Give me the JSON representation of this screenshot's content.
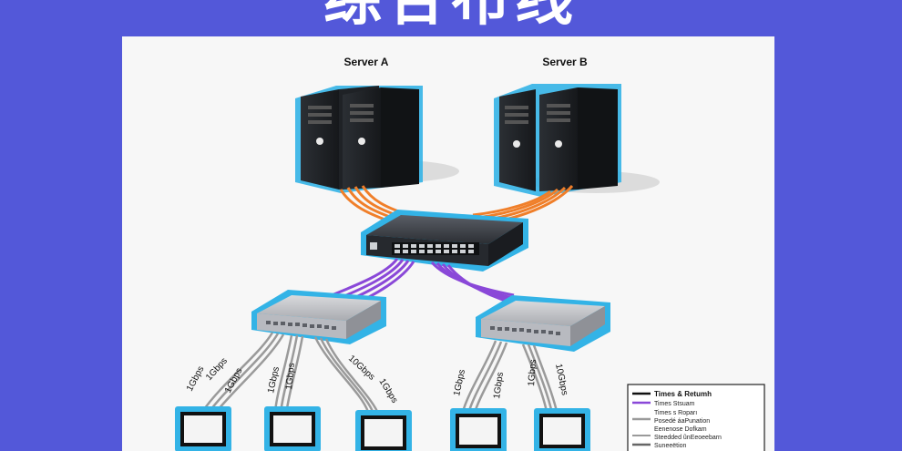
{
  "title": "综合布线",
  "servers": [
    {
      "label": "Server A"
    },
    {
      "label": "Server B"
    }
  ],
  "links": [
    {
      "label": "1Gbps"
    },
    {
      "label": "1Gbps"
    },
    {
      "label": "1Gbps"
    },
    {
      "label": "1Gbps"
    },
    {
      "label": "10Gbps"
    },
    {
      "label": "1Gbps"
    },
    {
      "label": "1Gbps"
    },
    {
      "label": "1Gbps"
    },
    {
      "label": "1Gbps"
    },
    {
      "label": "10Gbps"
    },
    {
      "label": "1Gbps"
    }
  ],
  "legend": {
    "items": [
      {
        "label": "Times & Retumh"
      },
      {
        "label": "Times Stsuam"
      },
      {
        "label": "Times s Roparı"
      },
      {
        "label": "Posedé áaPunation"
      },
      {
        "label": "Eenenose Dofkam"
      },
      {
        "label": "Steedded ũnEeoeebarn"
      },
      {
        "label": "Suneeëtion"
      }
    ]
  },
  "colors": {
    "background": "#5358d9",
    "server_glow": "#33b3e6",
    "orange_cable": "#f07f2a",
    "purple_cable": "#8a48d8",
    "gray_cable": "#9a9a9a"
  }
}
